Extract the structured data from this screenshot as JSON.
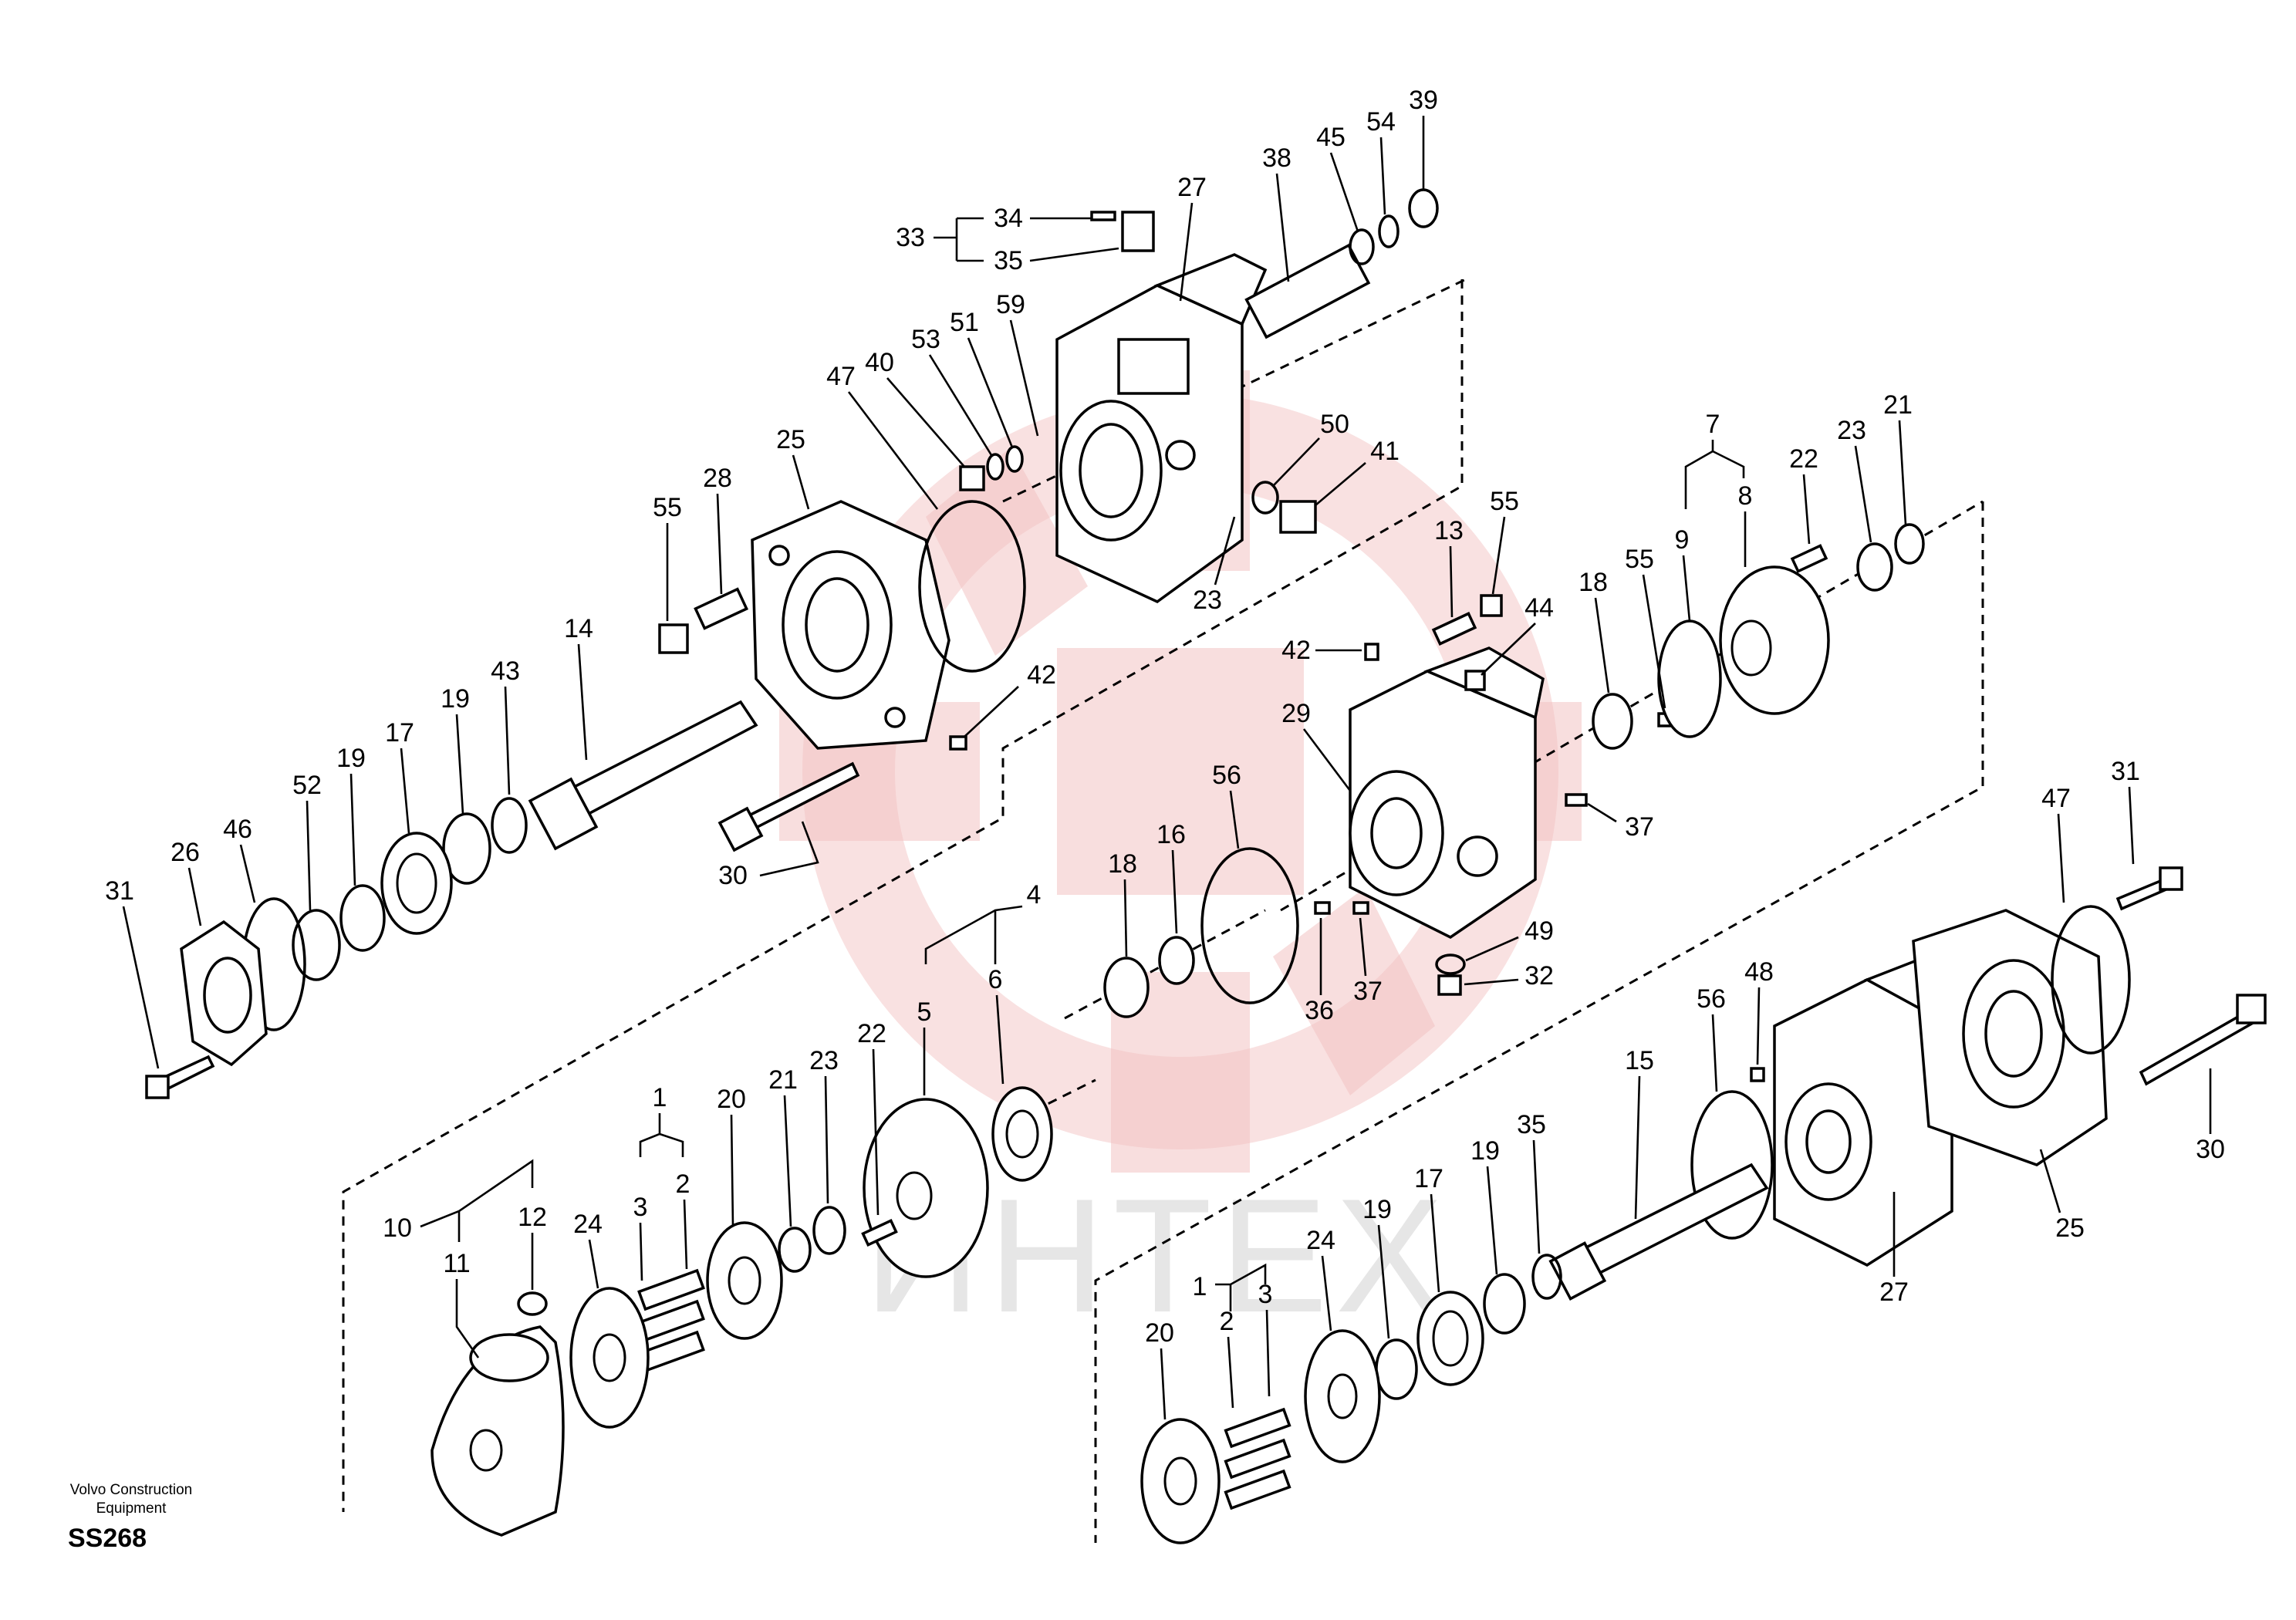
{
  "document": {
    "publisher_line1": "Volvo Construction",
    "publisher_line2": "Equipment",
    "diagram_code": "SS268"
  },
  "watermark": {
    "text": "ИНТЕХ",
    "color": "#f3c3c3"
  },
  "callouts": [
    {
      "id": "c34",
      "label": "34"
    },
    {
      "id": "c35a",
      "label": "35"
    },
    {
      "id": "c33",
      "label": "33"
    },
    {
      "id": "c27a",
      "label": "27"
    },
    {
      "id": "c38",
      "label": "38"
    },
    {
      "id": "c45",
      "label": "45"
    },
    {
      "id": "c54",
      "label": "54"
    },
    {
      "id": "c39",
      "label": "39"
    },
    {
      "id": "c47a",
      "label": "47"
    },
    {
      "id": "c40",
      "label": "40"
    },
    {
      "id": "c53",
      "label": "53"
    },
    {
      "id": "c51",
      "label": "51"
    },
    {
      "id": "c59",
      "label": "59"
    },
    {
      "id": "c50",
      "label": "50"
    },
    {
      "id": "c41",
      "label": "41"
    },
    {
      "id": "c23a",
      "label": "23"
    },
    {
      "id": "c25a",
      "label": "25"
    },
    {
      "id": "c55a",
      "label": "55"
    },
    {
      "id": "c28",
      "label": "28"
    },
    {
      "id": "c14",
      "label": "14"
    },
    {
      "id": "c42a",
      "label": "42"
    },
    {
      "id": "c43",
      "label": "43"
    },
    {
      "id": "c19a",
      "label": "19"
    },
    {
      "id": "c17a",
      "label": "17"
    },
    {
      "id": "c19b",
      "label": "19"
    },
    {
      "id": "c52",
      "label": "52"
    },
    {
      "id": "c46",
      "label": "46"
    },
    {
      "id": "c26",
      "label": "26"
    },
    {
      "id": "c31a",
      "label": "31"
    },
    {
      "id": "c30a",
      "label": "30"
    },
    {
      "id": "c7",
      "label": "7"
    },
    {
      "id": "c9",
      "label": "9"
    },
    {
      "id": "c8",
      "label": "8"
    },
    {
      "id": "c22a",
      "label": "22"
    },
    {
      "id": "c23b",
      "label": "23"
    },
    {
      "id": "c21a",
      "label": "21"
    },
    {
      "id": "c13",
      "label": "13"
    },
    {
      "id": "c55b",
      "label": "55"
    },
    {
      "id": "c42b",
      "label": "42"
    },
    {
      "id": "c44",
      "label": "44"
    },
    {
      "id": "c18a",
      "label": "18"
    },
    {
      "id": "c55c",
      "label": "55"
    },
    {
      "id": "c29",
      "label": "29"
    },
    {
      "id": "c37a",
      "label": "37"
    },
    {
      "id": "c56a",
      "label": "56"
    },
    {
      "id": "c4",
      "label": "4"
    },
    {
      "id": "c18b",
      "label": "18"
    },
    {
      "id": "c16",
      "label": "16"
    },
    {
      "id": "c5",
      "label": "5"
    },
    {
      "id": "c6",
      "label": "6"
    },
    {
      "id": "c49",
      "label": "49"
    },
    {
      "id": "c32",
      "label": "32"
    },
    {
      "id": "c36",
      "label": "36"
    },
    {
      "id": "c37b",
      "label": "37"
    },
    {
      "id": "c47b",
      "label": "47"
    },
    {
      "id": "c31b",
      "label": "31"
    },
    {
      "id": "c48",
      "label": "48"
    },
    {
      "id": "c56b",
      "label": "56"
    },
    {
      "id": "c15",
      "label": "15"
    },
    {
      "id": "c30b",
      "label": "30"
    },
    {
      "id": "c25b",
      "label": "25"
    },
    {
      "id": "c27b",
      "label": "27"
    },
    {
      "id": "c1a",
      "label": "1"
    },
    {
      "id": "c3a",
      "label": "3"
    },
    {
      "id": "c2a",
      "label": "2"
    },
    {
      "id": "c20a",
      "label": "20"
    },
    {
      "id": "c21b",
      "label": "21"
    },
    {
      "id": "c23c",
      "label": "23"
    },
    {
      "id": "c22b",
      "label": "22"
    },
    {
      "id": "c10",
      "label": "10"
    },
    {
      "id": "c12",
      "label": "12"
    },
    {
      "id": "c11",
      "label": "11"
    },
    {
      "id": "c24a",
      "label": "24"
    },
    {
      "id": "c1b",
      "label": "1"
    },
    {
      "id": "c2b",
      "label": "2"
    },
    {
      "id": "c3b",
      "label": "3"
    },
    {
      "id": "c24b",
      "label": "24"
    },
    {
      "id": "c19c",
      "label": "19"
    },
    {
      "id": "c17b",
      "label": "17"
    },
    {
      "id": "c19d",
      "label": "19"
    },
    {
      "id": "c35b",
      "label": "35"
    },
    {
      "id": "c20b",
      "label": "20"
    }
  ]
}
